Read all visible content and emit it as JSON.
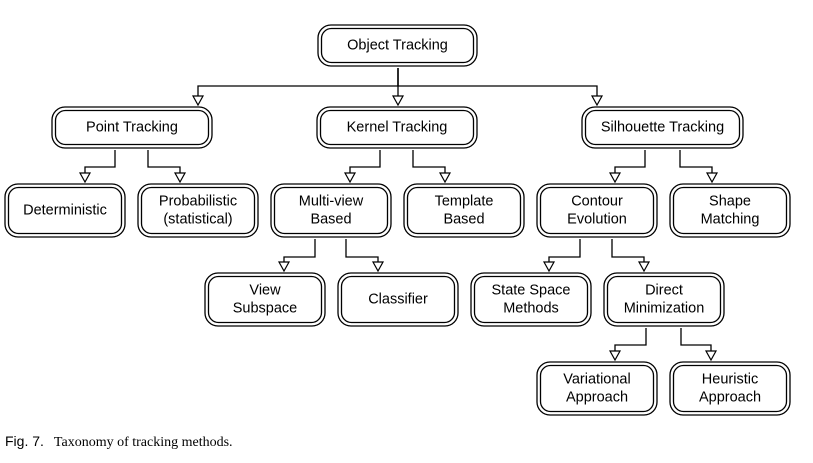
{
  "nodes": {
    "object_tracking": [
      "Object Tracking"
    ],
    "point_tracking": [
      "Point Tracking"
    ],
    "kernel_tracking": [
      "Kernel Tracking"
    ],
    "silhouette_tracking": [
      "Silhouette Tracking"
    ],
    "deterministic": [
      "Deterministic"
    ],
    "probabilistic": [
      "Probabilistic",
      "(statistical)"
    ],
    "multi_view": [
      "Multi-view",
      "Based"
    ],
    "template": [
      "Template",
      "Based"
    ],
    "contour_evolution": [
      "Contour",
      "Evolution"
    ],
    "shape_matching": [
      "Shape",
      "Matching"
    ],
    "view_subspace": [
      "View",
      "Subspace"
    ],
    "classifier": [
      "Classifier"
    ],
    "state_space": [
      "State Space",
      "Methods"
    ],
    "direct_minimization": [
      "Direct",
      "Minimization"
    ],
    "variational": [
      "Variational",
      "Approach"
    ],
    "heuristic": [
      "Heuristic",
      "Approach"
    ]
  },
  "edges": [
    [
      "object_tracking",
      "point_tracking"
    ],
    [
      "object_tracking",
      "kernel_tracking"
    ],
    [
      "object_tracking",
      "silhouette_tracking"
    ],
    [
      "point_tracking",
      "deterministic"
    ],
    [
      "point_tracking",
      "probabilistic"
    ],
    [
      "kernel_tracking",
      "multi_view"
    ],
    [
      "kernel_tracking",
      "template"
    ],
    [
      "silhouette_tracking",
      "contour_evolution"
    ],
    [
      "silhouette_tracking",
      "shape_matching"
    ],
    [
      "multi_view",
      "view_subspace"
    ],
    [
      "multi_view",
      "classifier"
    ],
    [
      "contour_evolution",
      "state_space"
    ],
    [
      "contour_evolution",
      "direct_minimization"
    ],
    [
      "direct_minimization",
      "variational"
    ],
    [
      "direct_minimization",
      "heuristic"
    ]
  ],
  "caption": {
    "label": "Fig. 7.",
    "text": "Taxonomy of tracking methods."
  }
}
